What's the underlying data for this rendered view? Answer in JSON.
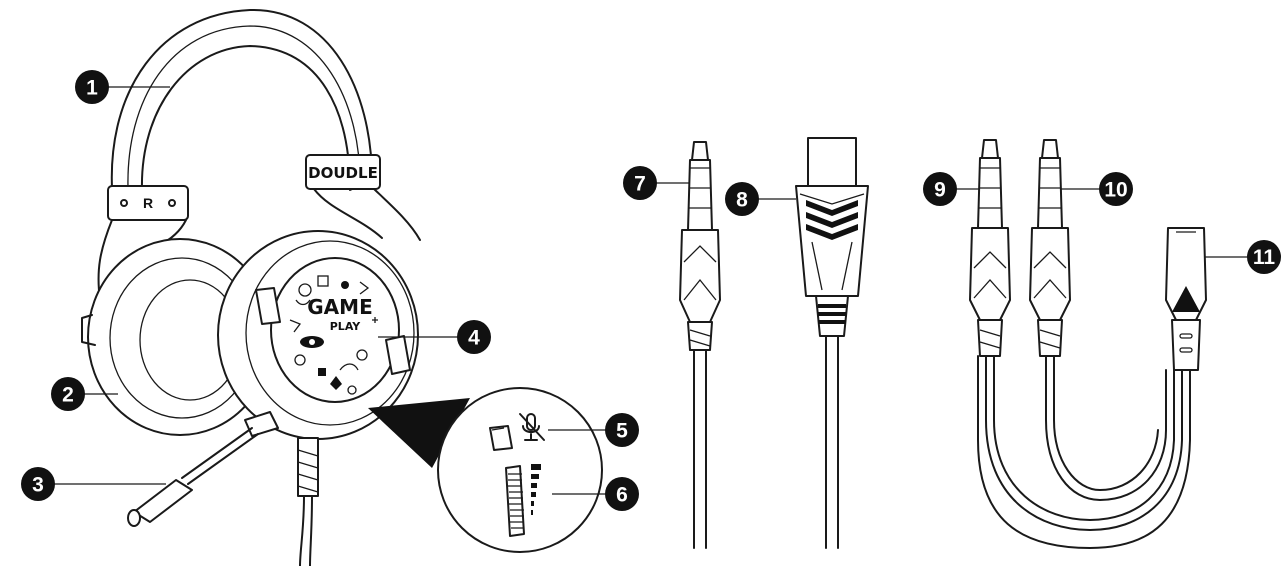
{
  "headset": {
    "brand_text": "DOUDLE",
    "side_marker": "R",
    "earcup_graphic_text": {
      "word1": "GAME",
      "word2": "PLAY"
    }
  },
  "callouts": [
    {
      "number": "1"
    },
    {
      "number": "2"
    },
    {
      "number": "3"
    },
    {
      "number": "4"
    },
    {
      "number": "5"
    },
    {
      "number": "6"
    },
    {
      "number": "7"
    },
    {
      "number": "8"
    },
    {
      "number": "9"
    },
    {
      "number": "10"
    },
    {
      "number": "11"
    }
  ],
  "icons": {
    "mute": "mic-mute-icon",
    "volume": "volume-level-icon"
  }
}
